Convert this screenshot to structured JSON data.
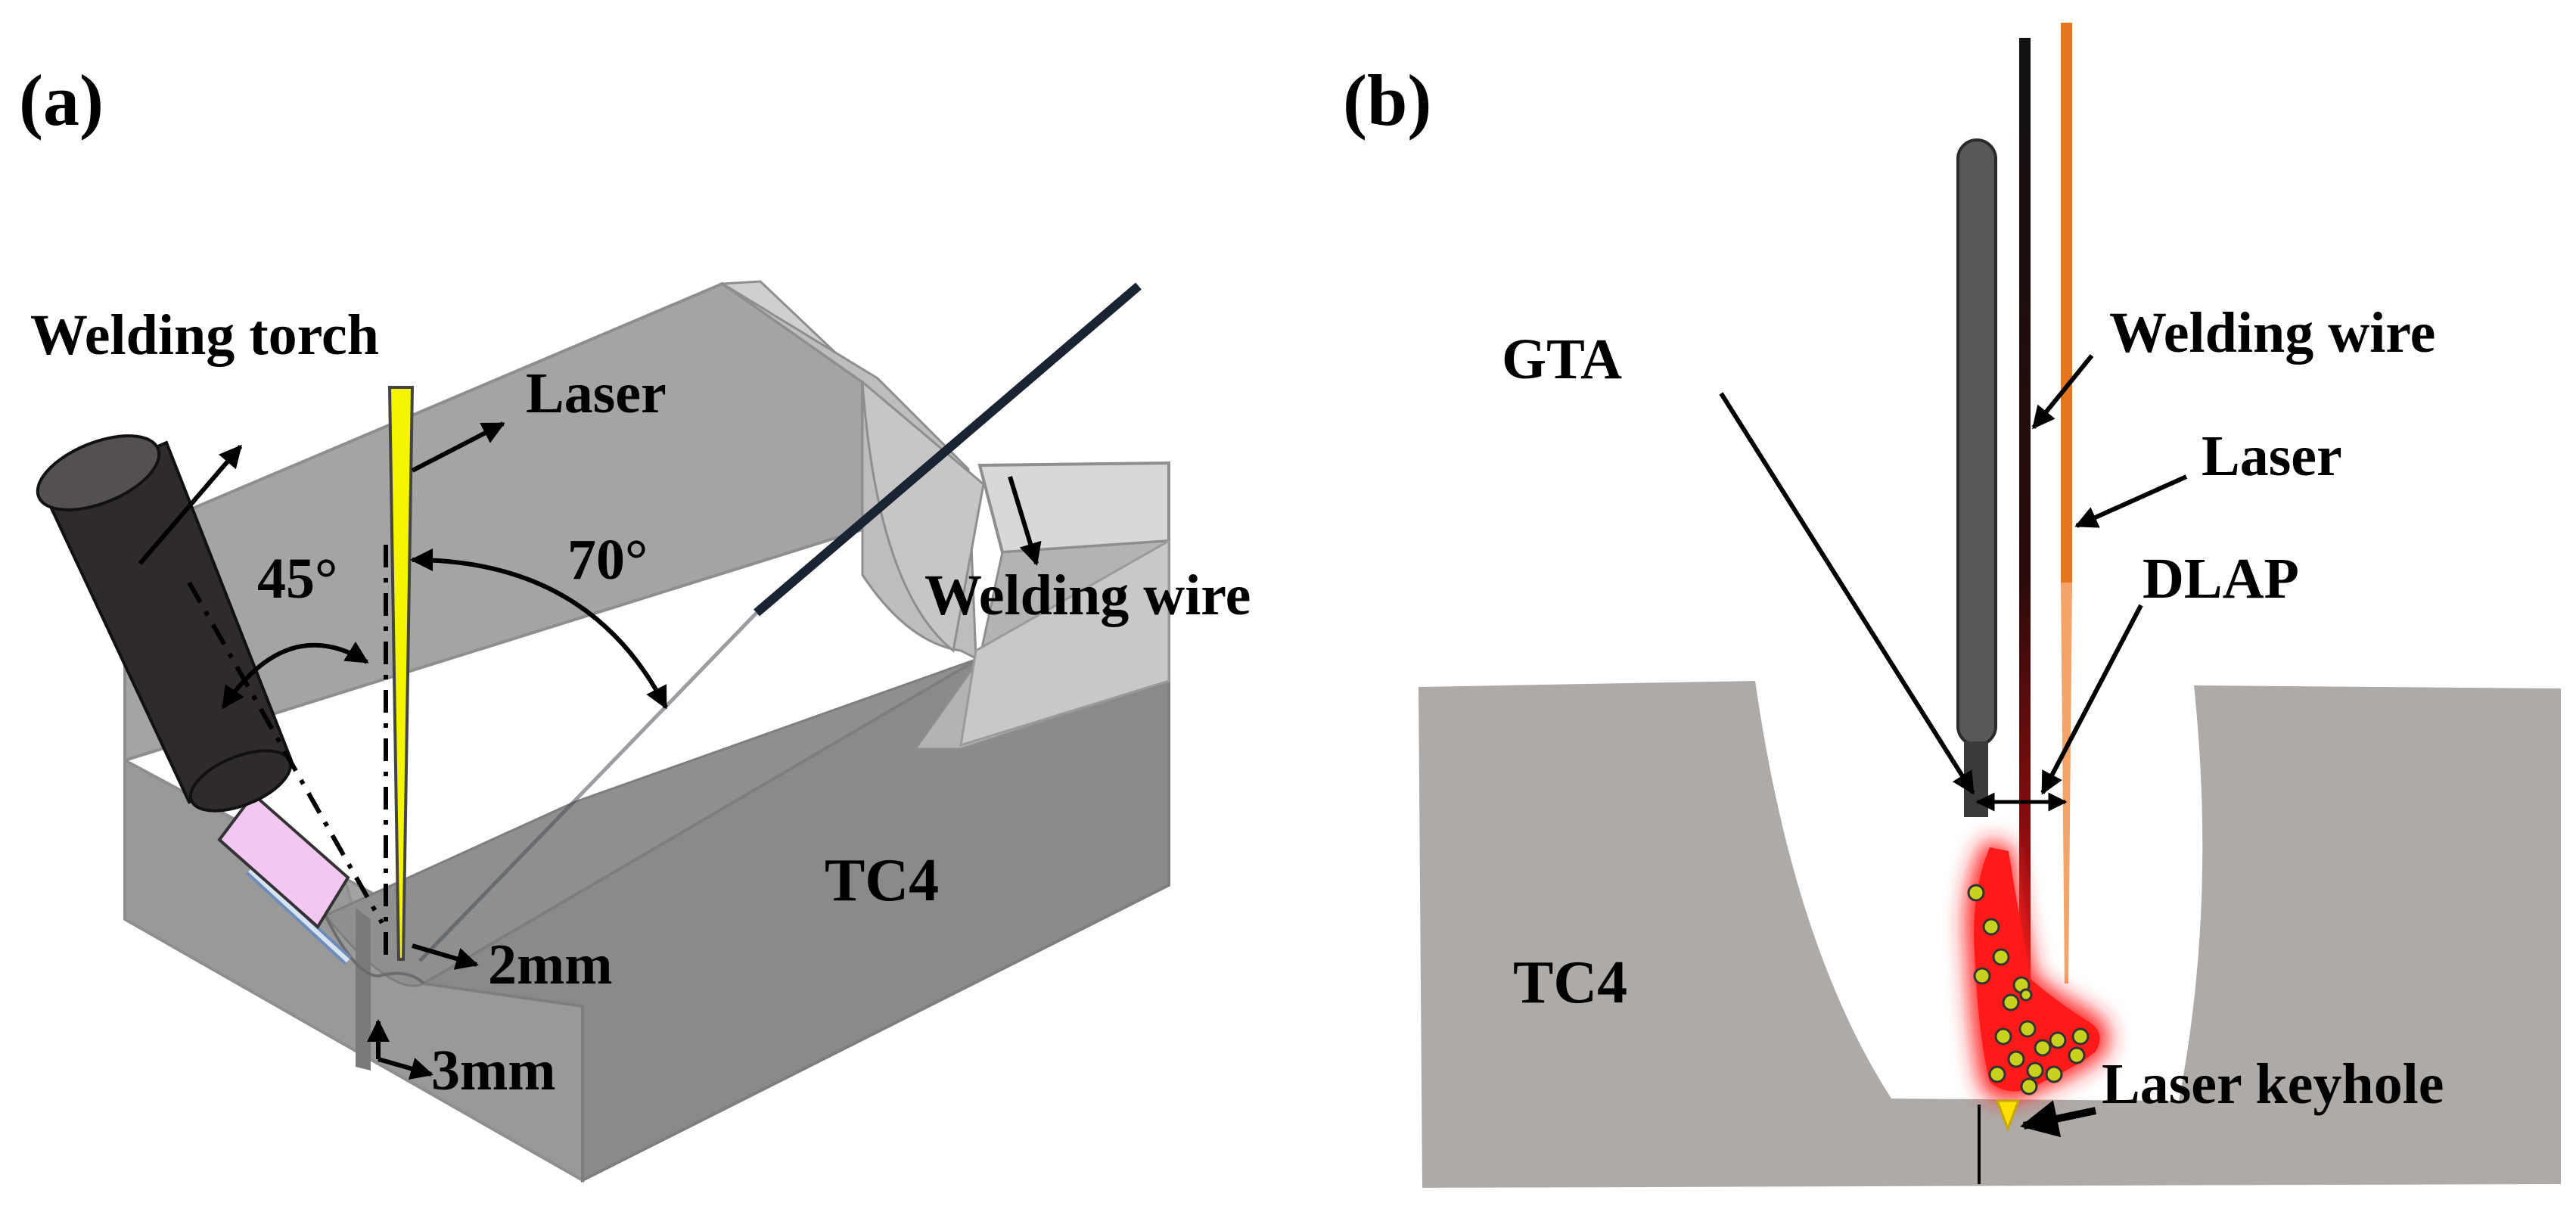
{
  "panel_a": {
    "label": "(a)",
    "welding_torch": "Welding torch",
    "laser": "Laser",
    "angle_torch": "45°",
    "angle_wire": "70°",
    "welding_wire": "Welding wire",
    "material": "TC4",
    "dim_gap": "2mm",
    "dim_root": "3mm"
  },
  "panel_b": {
    "label": "(b)",
    "gta": "GTA",
    "welding_wire": "Welding wire",
    "laser": "Laser",
    "dlap": "DLAP",
    "material": "TC4",
    "laser_keyhole": "Laser keyhole"
  },
  "colors": {
    "block_gray": "#9a9a9a",
    "workpiece_b": "#aeaaa7",
    "torch_body": "#2f2b2b",
    "ceramic_nozzle": "#f4c6f2",
    "laser_yellow": "#f5f500",
    "laser_orange": "#e8741e",
    "weld_pool_red": "#ff1a1a",
    "wire_dark": "#1a2332"
  },
  "icons": [
    "welding-torch-icon",
    "laser-beam-icon",
    "welding-wire-icon",
    "weld-pool-icon",
    "keyhole-icon"
  ]
}
